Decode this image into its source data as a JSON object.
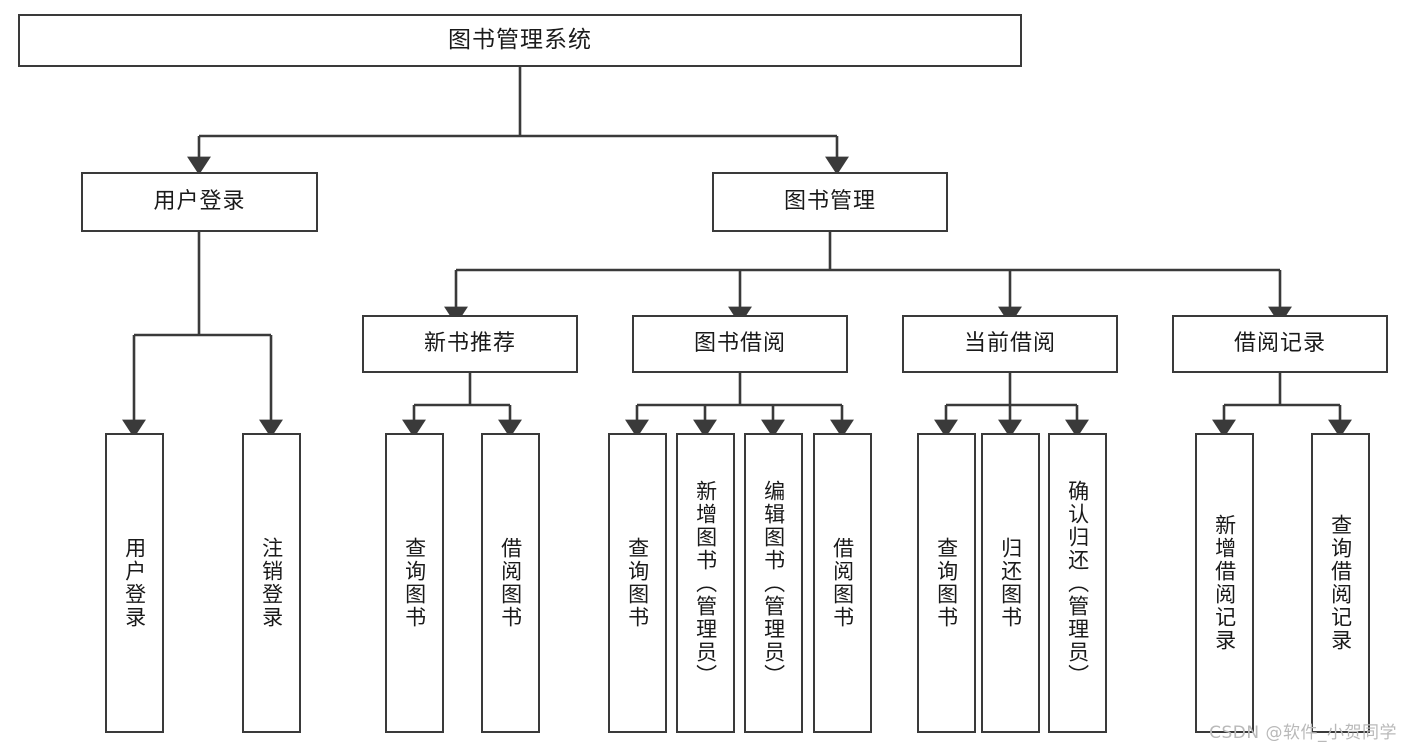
{
  "diagram": {
    "type": "tree-hierarchy",
    "title": "图书管理系统",
    "background_color": "#ffffff",
    "line_color": "#3a3a3a",
    "text_color": "#1a1a1a",
    "watermark": "CSDN @软件_小贺同学",
    "levels": {
      "root": {
        "label": "图书管理系统"
      },
      "level2": [
        {
          "label": "用户登录"
        },
        {
          "label": "图书管理"
        }
      ],
      "level3": [
        {
          "label": "新书推荐"
        },
        {
          "label": "图书借阅"
        },
        {
          "label": "当前借阅"
        },
        {
          "label": "借阅记录"
        }
      ],
      "leaves": {
        "user_login": [
          {
            "label": "用户登录"
          },
          {
            "label": "注销登录"
          }
        ],
        "new_book_recommend": [
          {
            "label": "查询图书"
          },
          {
            "label": "借阅图书"
          }
        ],
        "book_borrow": [
          {
            "label": "查询图书"
          },
          {
            "label": "新增图书（管理员）"
          },
          {
            "label": "编辑图书（管理员）"
          },
          {
            "label": "借阅图书"
          }
        ],
        "current_borrow": [
          {
            "label": "查询图书"
          },
          {
            "label": "归还图书"
          },
          {
            "label": "确认归还（管理员）"
          }
        ],
        "borrow_record": [
          {
            "label": "新增借阅记录"
          },
          {
            "label": "查询借阅记录"
          }
        ]
      }
    }
  }
}
